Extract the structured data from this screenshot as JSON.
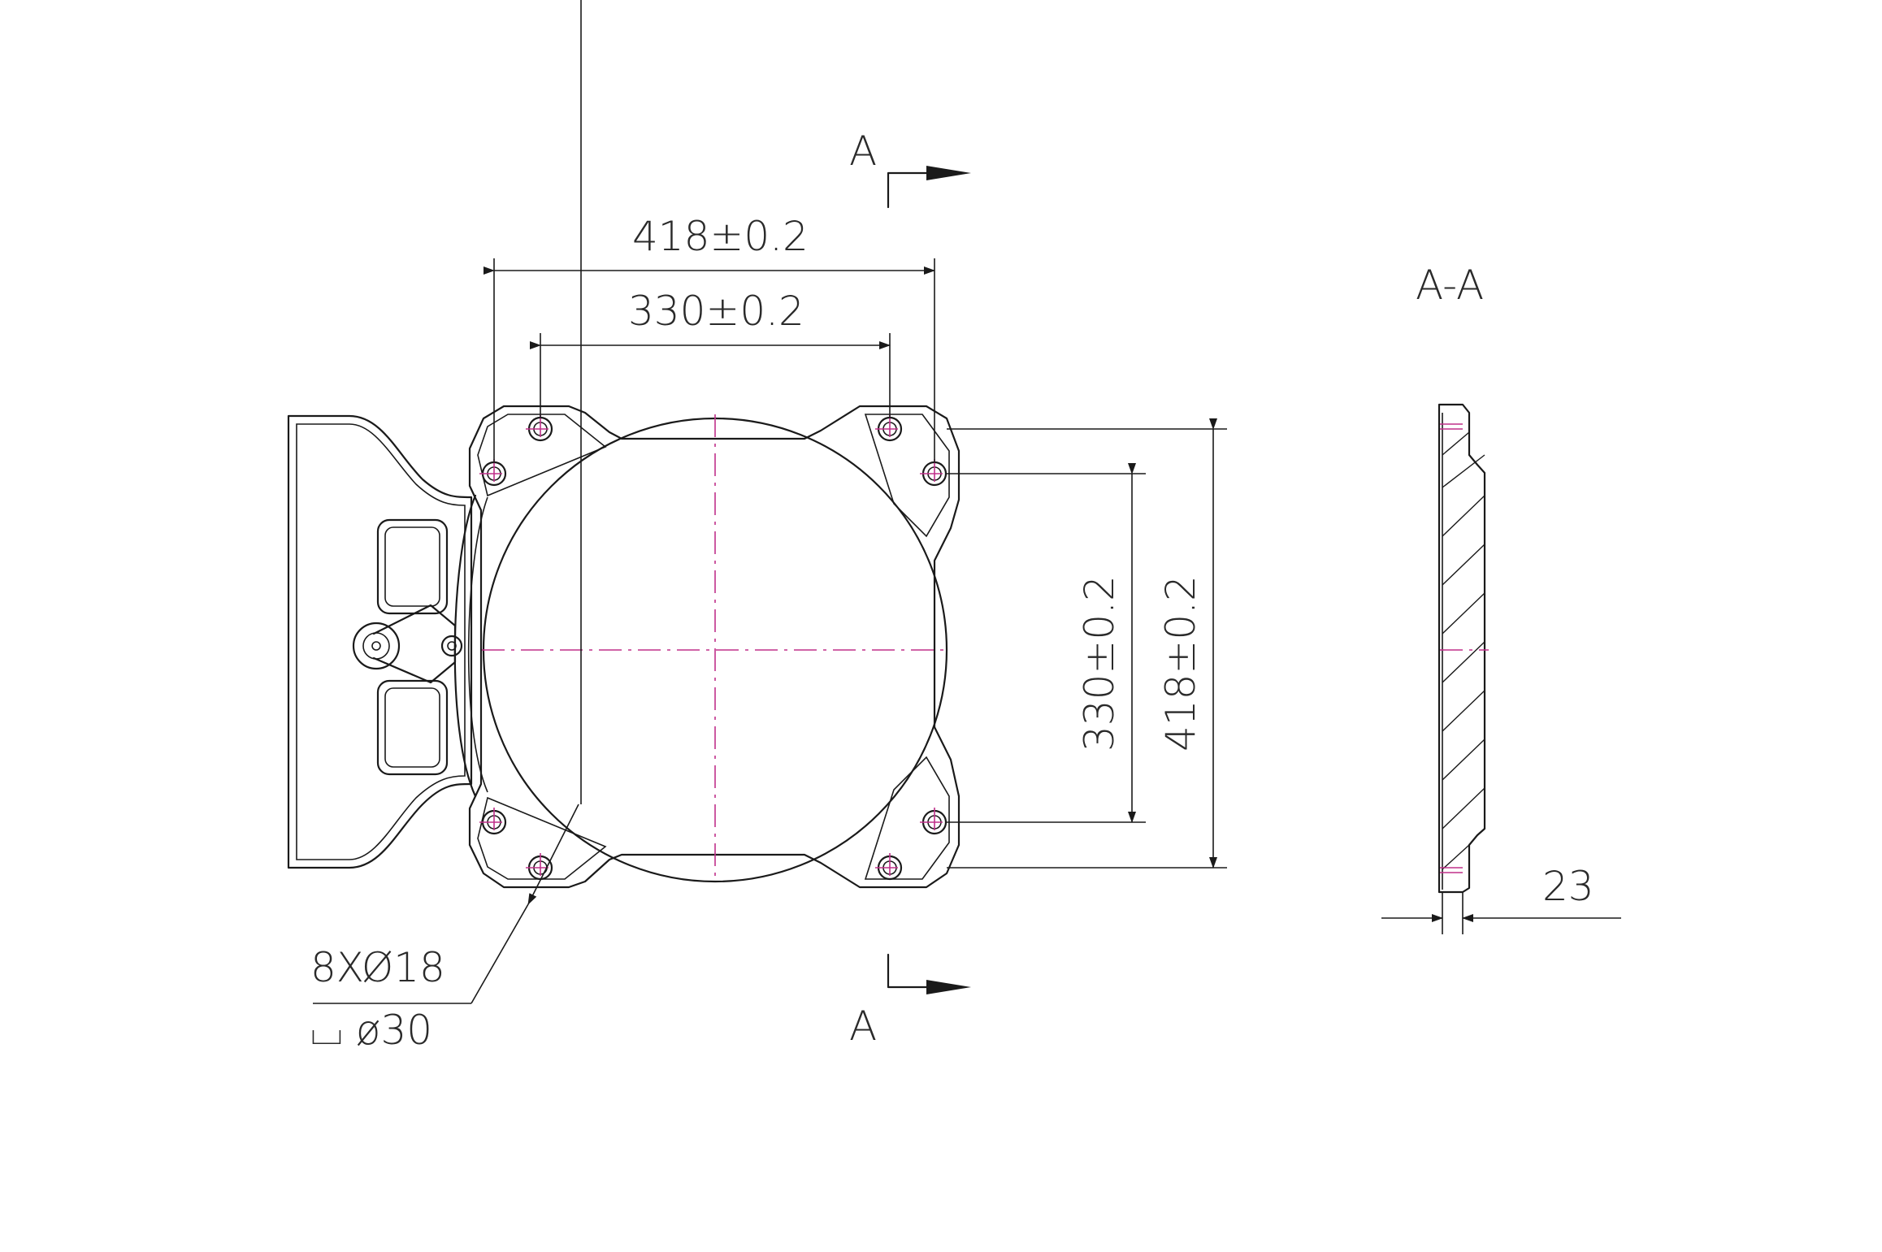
{
  "section_mark": "A",
  "section_title": "A-A",
  "dims": {
    "outer_width": "418±0.2",
    "inner_width": "330±0.2",
    "inner_height": "330±0.2",
    "outer_height": "418±0.2",
    "thickness": "23"
  },
  "holes": {
    "count_dia": "8XØ18",
    "counterbore": "⌴ ø30"
  },
  "colors": {
    "line": "#1a1a1a",
    "centerline": "#c0308a"
  }
}
